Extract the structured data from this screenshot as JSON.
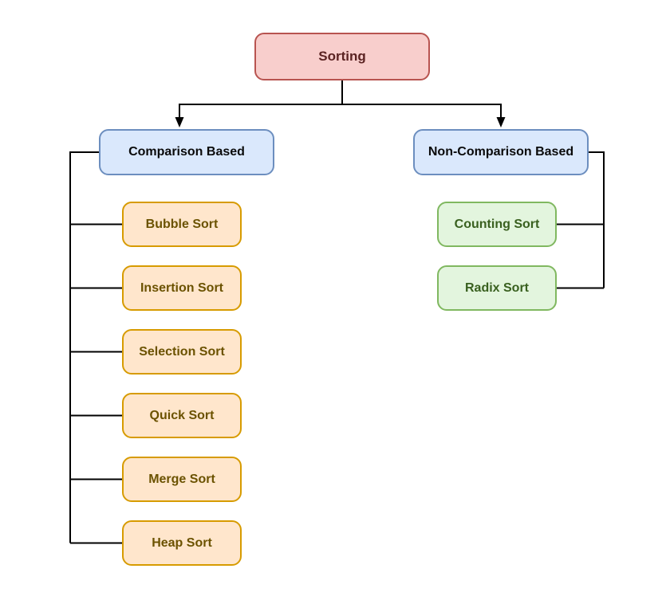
{
  "nodes": {
    "sorting": {
      "label": "Sorting"
    },
    "comparison": {
      "label": "Comparison Based"
    },
    "noncomparison": {
      "label": "Non-Comparison Based"
    },
    "bubble": {
      "label": "Bubble Sort"
    },
    "insertion": {
      "label": "Insertion Sort"
    },
    "selection": {
      "label": "Selection Sort"
    },
    "quick": {
      "label": "Quick Sort"
    },
    "merge": {
      "label": "Merge Sort"
    },
    "heap": {
      "label": "Heap Sort"
    },
    "counting": {
      "label": "Counting Sort"
    },
    "radix": {
      "label": "Radix Sort"
    }
  },
  "hierarchy": {
    "root": "Sorting",
    "children": [
      {
        "label": "Comparison Based",
        "children": [
          "Bubble Sort",
          "Insertion Sort",
          "Selection Sort",
          "Quick Sort",
          "Merge Sort",
          "Heap Sort"
        ]
      },
      {
        "label": "Non-Comparison Based",
        "children": [
          "Counting Sort",
          "Radix Sort"
        ]
      }
    ]
  },
  "palette": {
    "root_fill": "#f8cecc",
    "root_border": "#b85450",
    "root_text": "#5b2322",
    "branch_fill": "#dae8fc",
    "branch_border": "#6c8ebf",
    "branch_text": "#0a0a0a",
    "leaf_orange_fill": "#ffe6cc",
    "leaf_orange_border": "#d79b00",
    "leaf_orange_text": "#6b5200",
    "leaf_green_fill": "#e3f5de",
    "leaf_green_border": "#80b860",
    "leaf_green_text": "#39601f",
    "connector": "#000000"
  }
}
